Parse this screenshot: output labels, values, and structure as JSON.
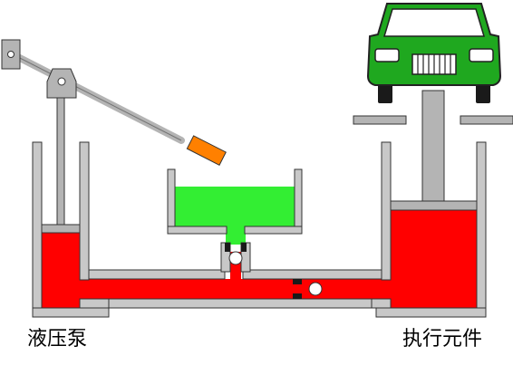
{
  "labels": {
    "pump": "液压泵",
    "actuator": "执行元件"
  },
  "colors": {
    "hydraulic_oil": "#ff0000",
    "reservoir_oil": "#33ee33",
    "wall_fill": "#c8c8c8",
    "wall_stroke": "#333333",
    "car_body": "#1fa81f",
    "car_window": "#ffffff",
    "handle_grip": "#ff8000",
    "lever": "#b4b4b4",
    "valve_block": "#1a1a1a"
  },
  "icons": {
    "car": "car-icon",
    "lever": "pump-lever",
    "check_valve": "check-valve-ball"
  }
}
